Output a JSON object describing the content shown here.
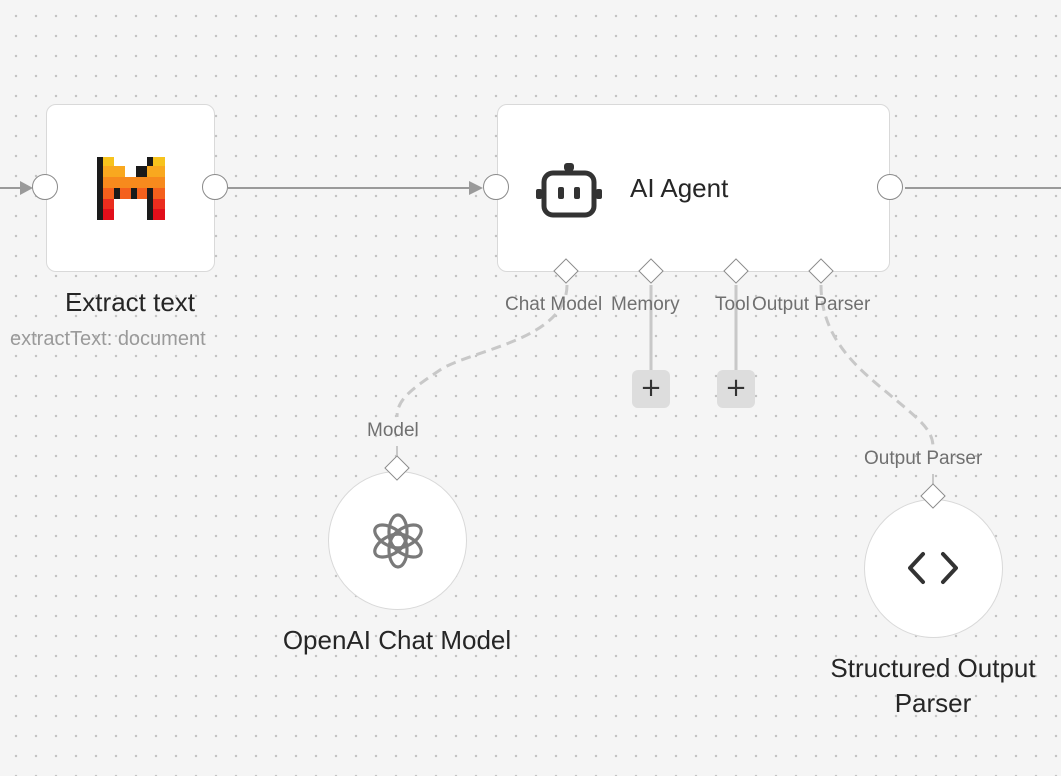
{
  "canvas": {
    "background_color": "#f5f5f5",
    "edge_color": "#9a9a9a",
    "sub_edge_color": "#c8c8c8"
  },
  "nodes": {
    "extract_text": {
      "title": "Extract text",
      "subtitle": "extractText: document",
      "icon": "mistral-logo-icon"
    },
    "ai_agent": {
      "title": "AI Agent",
      "icon": "robot-icon",
      "ports": {
        "chat_model": "Chat Model",
        "memory": "Memory",
        "tool": "Tool",
        "output_parser": "Output Parser"
      }
    },
    "openai_chat_model": {
      "title": "OpenAI Chat Model",
      "port_label": "Model",
      "icon": "openai-icon"
    },
    "structured_output_parser": {
      "title_line1": "Structured Output",
      "title_line2": "Parser",
      "port_label": "Output Parser",
      "icon": "code-brackets-icon",
      "icon_glyph": "< >"
    }
  },
  "buttons": {
    "add_memory": "+",
    "add_tool": "+"
  }
}
